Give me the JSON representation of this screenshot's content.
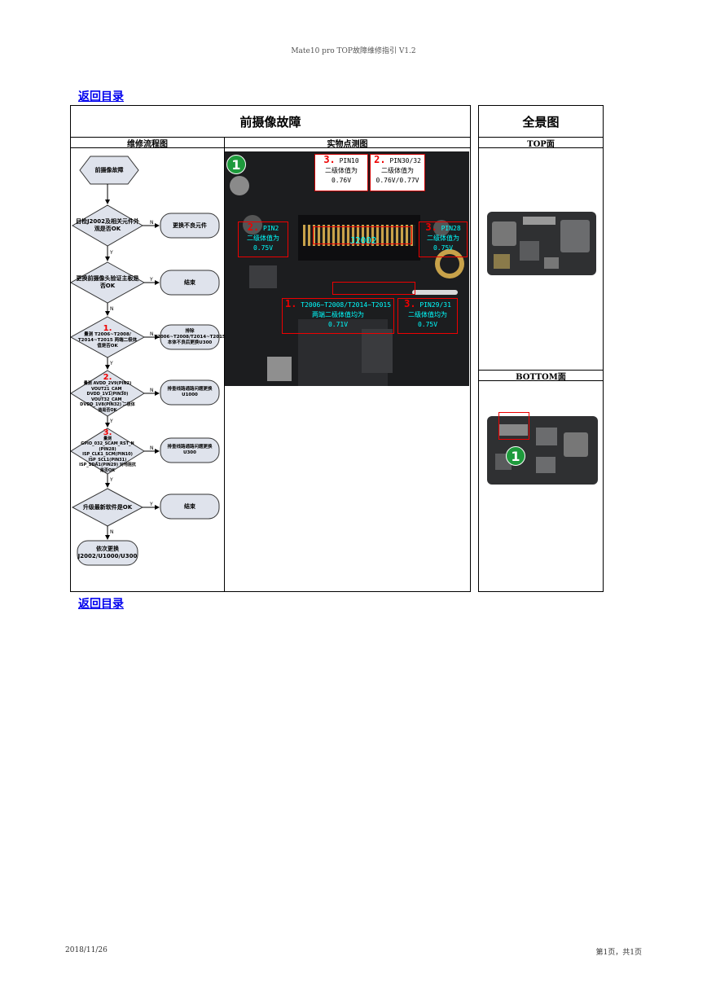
{
  "header": "Mate10 pro TOP故障维修指引 V1.2",
  "back_link": "返回目录",
  "footer": {
    "date": "2018/11/26",
    "page": "第1页，共1页"
  },
  "left_panel": {
    "title": "前摄像故障",
    "col_flow": "维修流程图",
    "col_photo": "实物点测图"
  },
  "right_panel": {
    "title": "全景图",
    "top_label": "TOP面",
    "bottom_label": "BOTTOM面"
  },
  "flowchart": {
    "start": "前摄像故障",
    "d1": "目检J2002及相关元件外观是否OK",
    "a1": "更换不良元件",
    "d2": "更换前摄像头验证主板是否OK",
    "a2": "结束",
    "d3_num": "1.",
    "d3": "量测 T2006~T2008/ T2014~T2015 两端二极体值是否OK",
    "a3": "排除T2006~T2008/T2014~T2015本体不良后更换U300",
    "d4_num": "2.",
    "d4": "量测 AVDD_2V9(PIN2) VOUT21_CAM_ DVDD_1V1(PIN30) VOUT32_CAM_ DVDD_1V8(PIN32) 二极体值是否OK",
    "a4": "排查线路通路问题更换U1000",
    "d5_num": "3.",
    "d5": "量测 GPIO_032_SCAM_RST_N (PIN28) ISP_CLK1_SCM(PIN10) ISP_SCL1(PIN31) ISP_SDA1(PIN29) 对地阻抗是否OK",
    "a5": "排查线路通路问题更换U300",
    "d6": "升级最新软件是OK",
    "a6": "结束",
    "end": "依次更换 J2002/U1000/U300",
    "yes": "Y",
    "no": "N"
  },
  "photo": {
    "badge": "1",
    "connector": "J2002",
    "n1": {
      "num": "3.",
      "pin": "PIN10",
      "text": "二级体值为",
      "val": "0.76V"
    },
    "n2": {
      "num": "2.",
      "pin": "PIN30/32",
      "text": "二级体值为",
      "val": "0.76V/0.77V"
    },
    "n3": {
      "num": "2.",
      "pin": "PIN2",
      "text": "二级体值为",
      "val": "0.75V"
    },
    "n4": {
      "num": "3.",
      "pin": "PIN28",
      "text": "二级体值为",
      "val": "0.75V"
    },
    "n5": {
      "num": "1.",
      "pin": "T2006~T2008/T2014~T2015",
      "text": "两端二极体值均为",
      "val": "0.71V"
    },
    "n6": {
      "num": "3.",
      "pin": "PIN29/31",
      "text": "二级体值均为",
      "val": "0.75V"
    }
  },
  "bottom_badge": "1"
}
